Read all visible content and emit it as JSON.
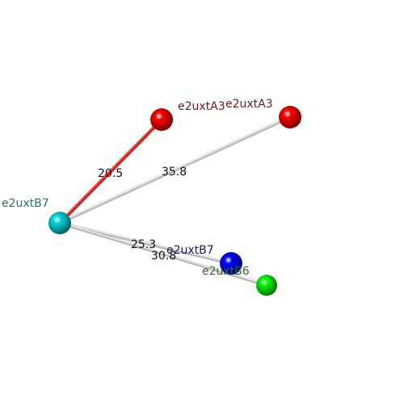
{
  "atoms": [
    {
      "id": "b7_cyan",
      "label": "e2uxtB7",
      "color": "#00d8e0",
      "label_color": "#2f6f6f"
    },
    {
      "id": "a3_near",
      "label": "e2uxtA3",
      "color": "#ff0000",
      "label_color": "#6b1a1a"
    },
    {
      "id": "a3_far",
      "label": "e2uxtA3",
      "color": "#ff0000",
      "label_color": "#6b1a1a"
    },
    {
      "id": "b7_blue",
      "label": "e2uxtB7",
      "color": "#0000ff",
      "label_color": "#1a1a5a"
    },
    {
      "id": "b6_green",
      "label": "e2uxtB6",
      "color": "#00ff00",
      "label_color": "#2f6a2f"
    }
  ],
  "bonds": [
    {
      "from": "b7_cyan",
      "to": "a3_near",
      "distance": "20.5",
      "highlight_color": "#dd0000"
    },
    {
      "from": "b7_cyan",
      "to": "a3_far",
      "distance": "35.8",
      "highlight_color": ""
    },
    {
      "from": "b7_cyan",
      "to": "b7_blue",
      "distance": "25.3",
      "highlight_color": ""
    },
    {
      "from": "b7_cyan",
      "to": "b6_green",
      "distance": "30.8",
      "highlight_color": ""
    }
  ]
}
